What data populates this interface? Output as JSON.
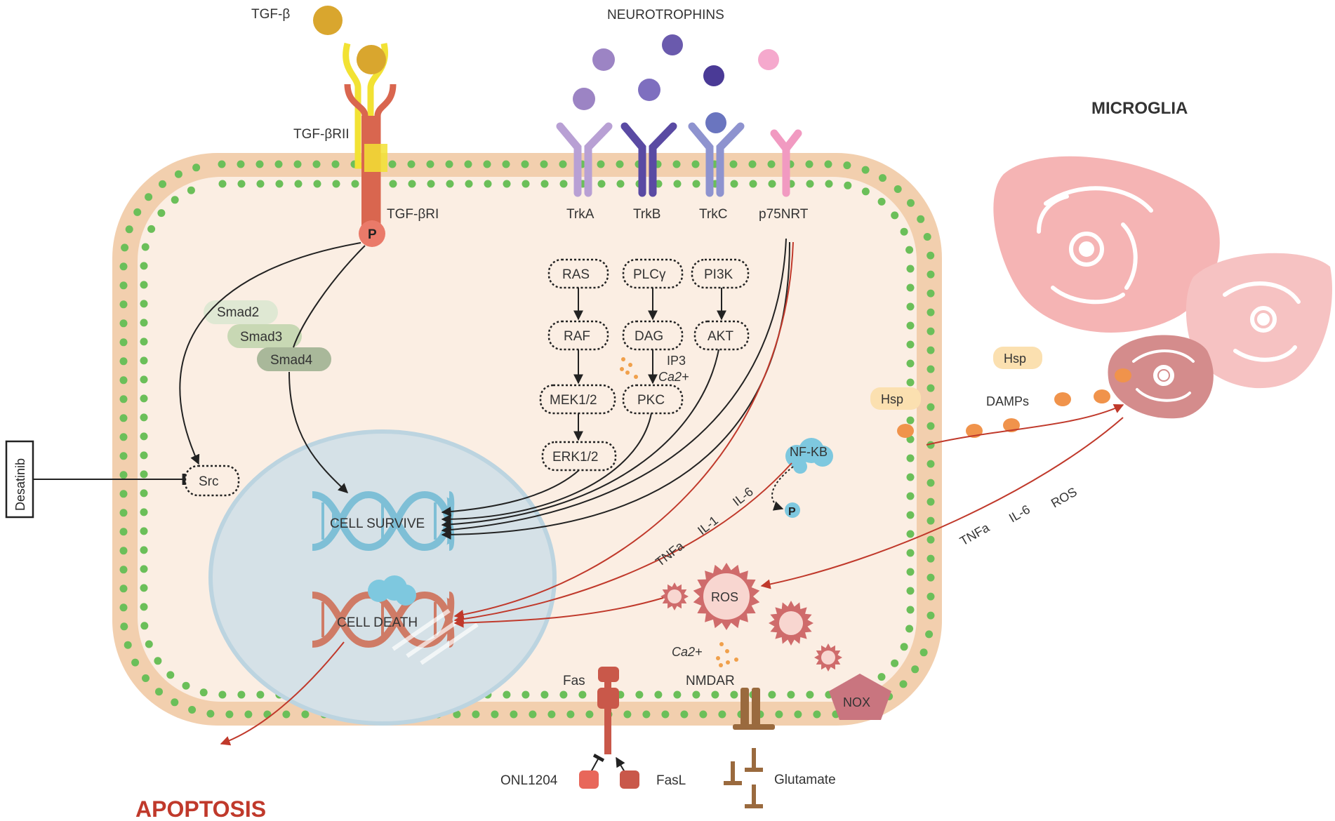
{
  "labels": {
    "tgf_beta": "TGF-β",
    "neurotrophins": "NEUROTROPHINS",
    "tgf_beta_rii": "TGF-βRII",
    "tgf_beta_ri": "TGF-βRI",
    "phospho_p": "P",
    "trka": "TrkA",
    "trkb": "TrkB",
    "trkc": "TrkC",
    "p75nrt": "p75NRT",
    "microglia": "MICROGLIA",
    "smad2": "Smad2",
    "smad3": "Smad3",
    "smad4": "Smad4",
    "ras": "RAS",
    "raf": "RAF",
    "mek": "MEK1/2",
    "erk": "ERK1/2",
    "plcy": "PLCγ",
    "dag": "DAG",
    "ip3": "IP3",
    "ca2_a": "Ca2+",
    "pkc": "PKC",
    "pi3k": "PI3K",
    "akt": "AKT",
    "hsp_1": "Hsp",
    "hsp_2": "Hsp",
    "damps": "DAMPs",
    "desatinib": "Desatinib",
    "src": "Src",
    "nfkb": "NF-KB",
    "il6_a": "IL-6",
    "il1": "IL-1",
    "tnfa_a": "TNFa",
    "p_small": "P",
    "tnfa_b": "TNFa",
    "il6_b": "IL-6",
    "ros_b": "ROS",
    "cell_survive": "CELL SURVIVE",
    "cell_death": "CELL DEATH",
    "ros_a": "ROS",
    "ca2_b": "Ca2+",
    "fas": "Fas",
    "nmdar": "NMDAR",
    "nox": "NOX",
    "onl1204": "ONL1204",
    "fasl": "FasL",
    "glutamate": "Glutamate",
    "apoptosis": "APOPTOSIS"
  },
  "colors": {
    "membrane": "#f2cfae",
    "cytoplasm": "#fbeee3",
    "membrane_dots": "#6bbf59",
    "nucleus": "#d5e1e7",
    "dna_survive": "#7ebfd6",
    "dna_death": "#cf7b66",
    "arrow_dark": "#222222",
    "arrow_red": "#c0392b",
    "tgf_ligand": "#d9a62e",
    "trka": "#b8a0d4",
    "trkb": "#6a5aad",
    "trkc": "#8e93cf",
    "p75": "#f19ac1",
    "microglia": "#f5b4b4",
    "ros": "#cf6b6b",
    "apoptosis": "#c0392b"
  }
}
